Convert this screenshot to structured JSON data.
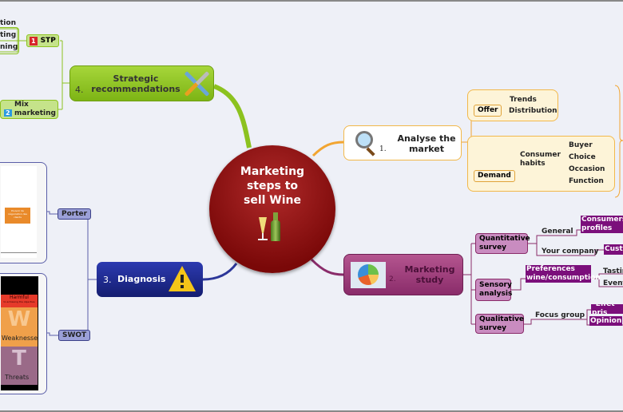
{
  "central": {
    "title": "Marketing steps to sell Wine",
    "icon": "wine-bottle-glass-icon"
  },
  "analyse": {
    "number": "1.",
    "label": "Analyse the market",
    "icon": "magnifier-icon",
    "offer": {
      "label": "Offer",
      "children": [
        "Trends",
        "Distribution"
      ]
    },
    "demand": {
      "label": "Demand",
      "habits": "Consumer habits",
      "children": [
        "Buyer",
        "Choice",
        "Occasion",
        "Function"
      ]
    }
  },
  "study": {
    "number": "2.",
    "label": "Marketing study",
    "icon": "pie-chart-icon",
    "quantitative": {
      "label": "Quantitative survey",
      "general": "General",
      "consumers": "Consumers profiles",
      "company": "Your company",
      "custo": "Custo"
    },
    "sensory": {
      "label": "Sensory analysis",
      "preferences": "Preferences wine/consumption",
      "tasting": "Tastin",
      "events": "Event"
    },
    "qualitative": {
      "label": "Qualitative survey",
      "focus": "Focus group",
      "effet": "\"Effet pris",
      "opinion": "Opinion"
    }
  },
  "diagnosis": {
    "number": "3.",
    "label": "Diagnosis",
    "icon": "warning-icon",
    "porter": "Porter",
    "swot": "SWOT",
    "porter_img": {
      "box": "Pouvoir de négociation des clients"
    },
    "swot_img": {
      "harmful": "Harmful",
      "harmful_sub": "to achieving the objective",
      "weaknesses": "Weaknesses",
      "threats": "Threats",
      "w": "W",
      "t": "T"
    }
  },
  "strategic": {
    "number": "4.",
    "label": "Strategic recommendations",
    "icon": "tools-icon",
    "stp": {
      "badge": "1",
      "label": "STP",
      "children": [
        "tion",
        "ting",
        "ning"
      ]
    },
    "mix": {
      "badge": "2",
      "label": "Mix marketing"
    }
  },
  "colors": {
    "green": "#8cc21f",
    "orange": "#f2a531",
    "purple": "#9b3a78",
    "blue": "#1e2a8a",
    "red": "#8b0f0f"
  }
}
